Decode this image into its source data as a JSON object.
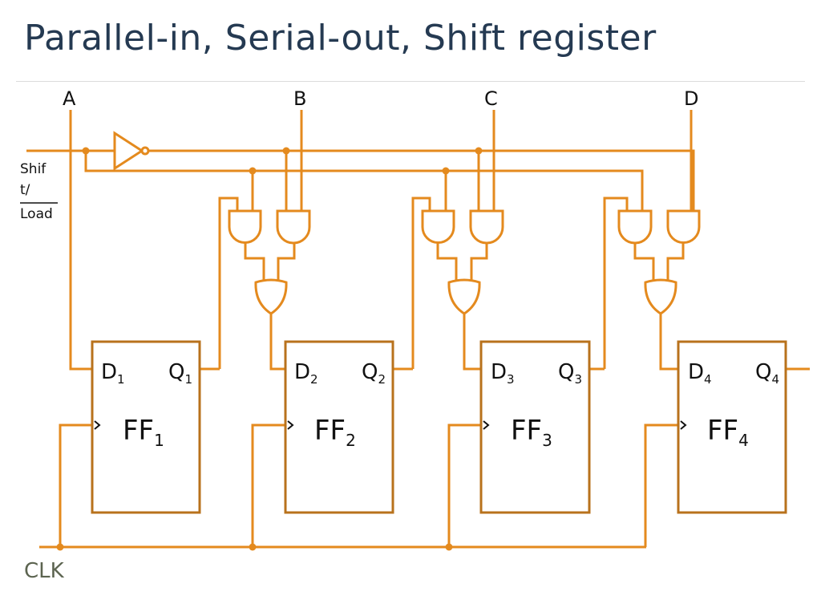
{
  "title": "Parallel-in, Serial-out, Shift register",
  "inputs": [
    "A",
    "B",
    "C",
    "D"
  ],
  "control": {
    "line1": "Shif",
    "line2": "t/",
    "line3": "Load"
  },
  "clock_label": "CLK",
  "flipflops": [
    {
      "name": "FF",
      "sub": "1",
      "d": "D",
      "d_sub": "1",
      "q": "Q",
      "q_sub": "1"
    },
    {
      "name": "FF",
      "sub": "2",
      "d": "D",
      "d_sub": "2",
      "q": "Q",
      "q_sub": "2"
    },
    {
      "name": "FF",
      "sub": "3",
      "d": "D",
      "d_sub": "3",
      "q": "Q",
      "q_sub": "3"
    },
    {
      "name": "FF",
      "sub": "4",
      "d": "D",
      "d_sub": "4",
      "q": "Q",
      "q_sub": "4"
    }
  ],
  "colors": {
    "wire": "#e48a1e",
    "box": "#b8721c",
    "title": "#253a52",
    "clk": "#5c6450"
  }
}
